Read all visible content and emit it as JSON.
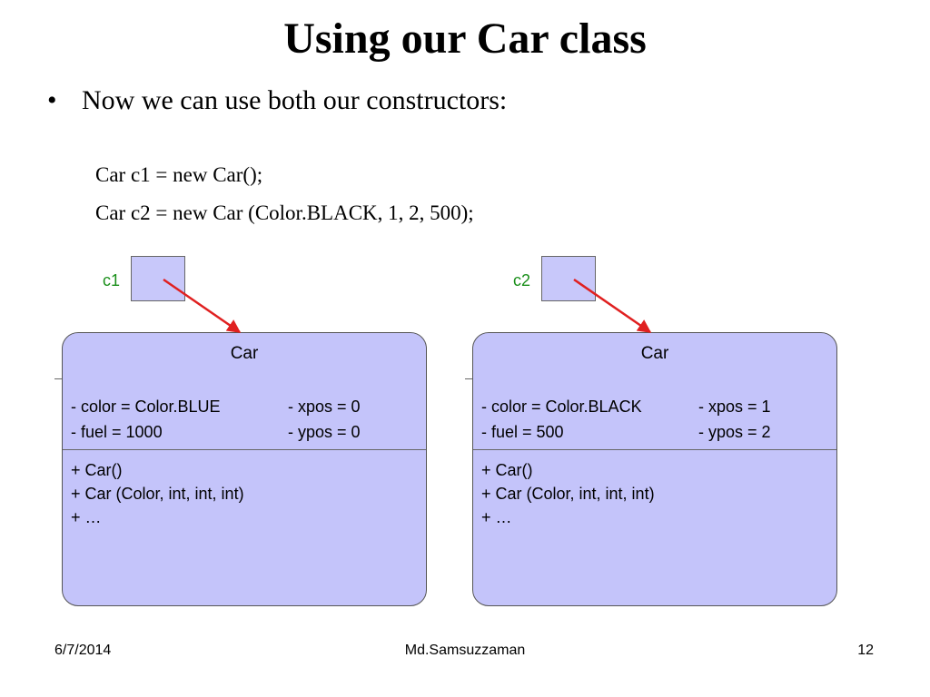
{
  "slide": {
    "title": "Using our Car class",
    "bullet": "Now we can use both our constructors:",
    "bullet_symbol": "•",
    "code_lines": [
      "Car c1 = new Car();",
      "Car c2 = new Car (Color.BLACK, 1, 2, 500);"
    ]
  },
  "diagram": {
    "refs": [
      {
        "label": "c1"
      },
      {
        "label": "c2"
      }
    ],
    "objects": [
      {
        "class_name": "Car",
        "attributes_left": [
          "- color = Color.BLUE",
          "- fuel = 1000"
        ],
        "attributes_right": [
          "- xpos = 0",
          "- ypos = 0"
        ],
        "methods": [
          "+ Car()",
          "+ Car (Color, int, int, int)",
          "+ …"
        ]
      },
      {
        "class_name": "Car",
        "attributes_left": [
          "- color = Color.BLACK",
          "- fuel = 500"
        ],
        "attributes_right": [
          "- xpos = 1",
          "- ypos = 2"
        ],
        "methods": [
          "+ Car()",
          "+ Car (Color, int, int, int)",
          "+ …"
        ]
      }
    ],
    "colors": {
      "object_fill": "#c4c4fa",
      "ref_fill": "#c8c8fa",
      "arrow": "#e02020",
      "ref_label": "#1a8f1a"
    }
  },
  "footer": {
    "date": "6/7/2014",
    "author": "Md.Samsuzzaman",
    "page": "12"
  }
}
